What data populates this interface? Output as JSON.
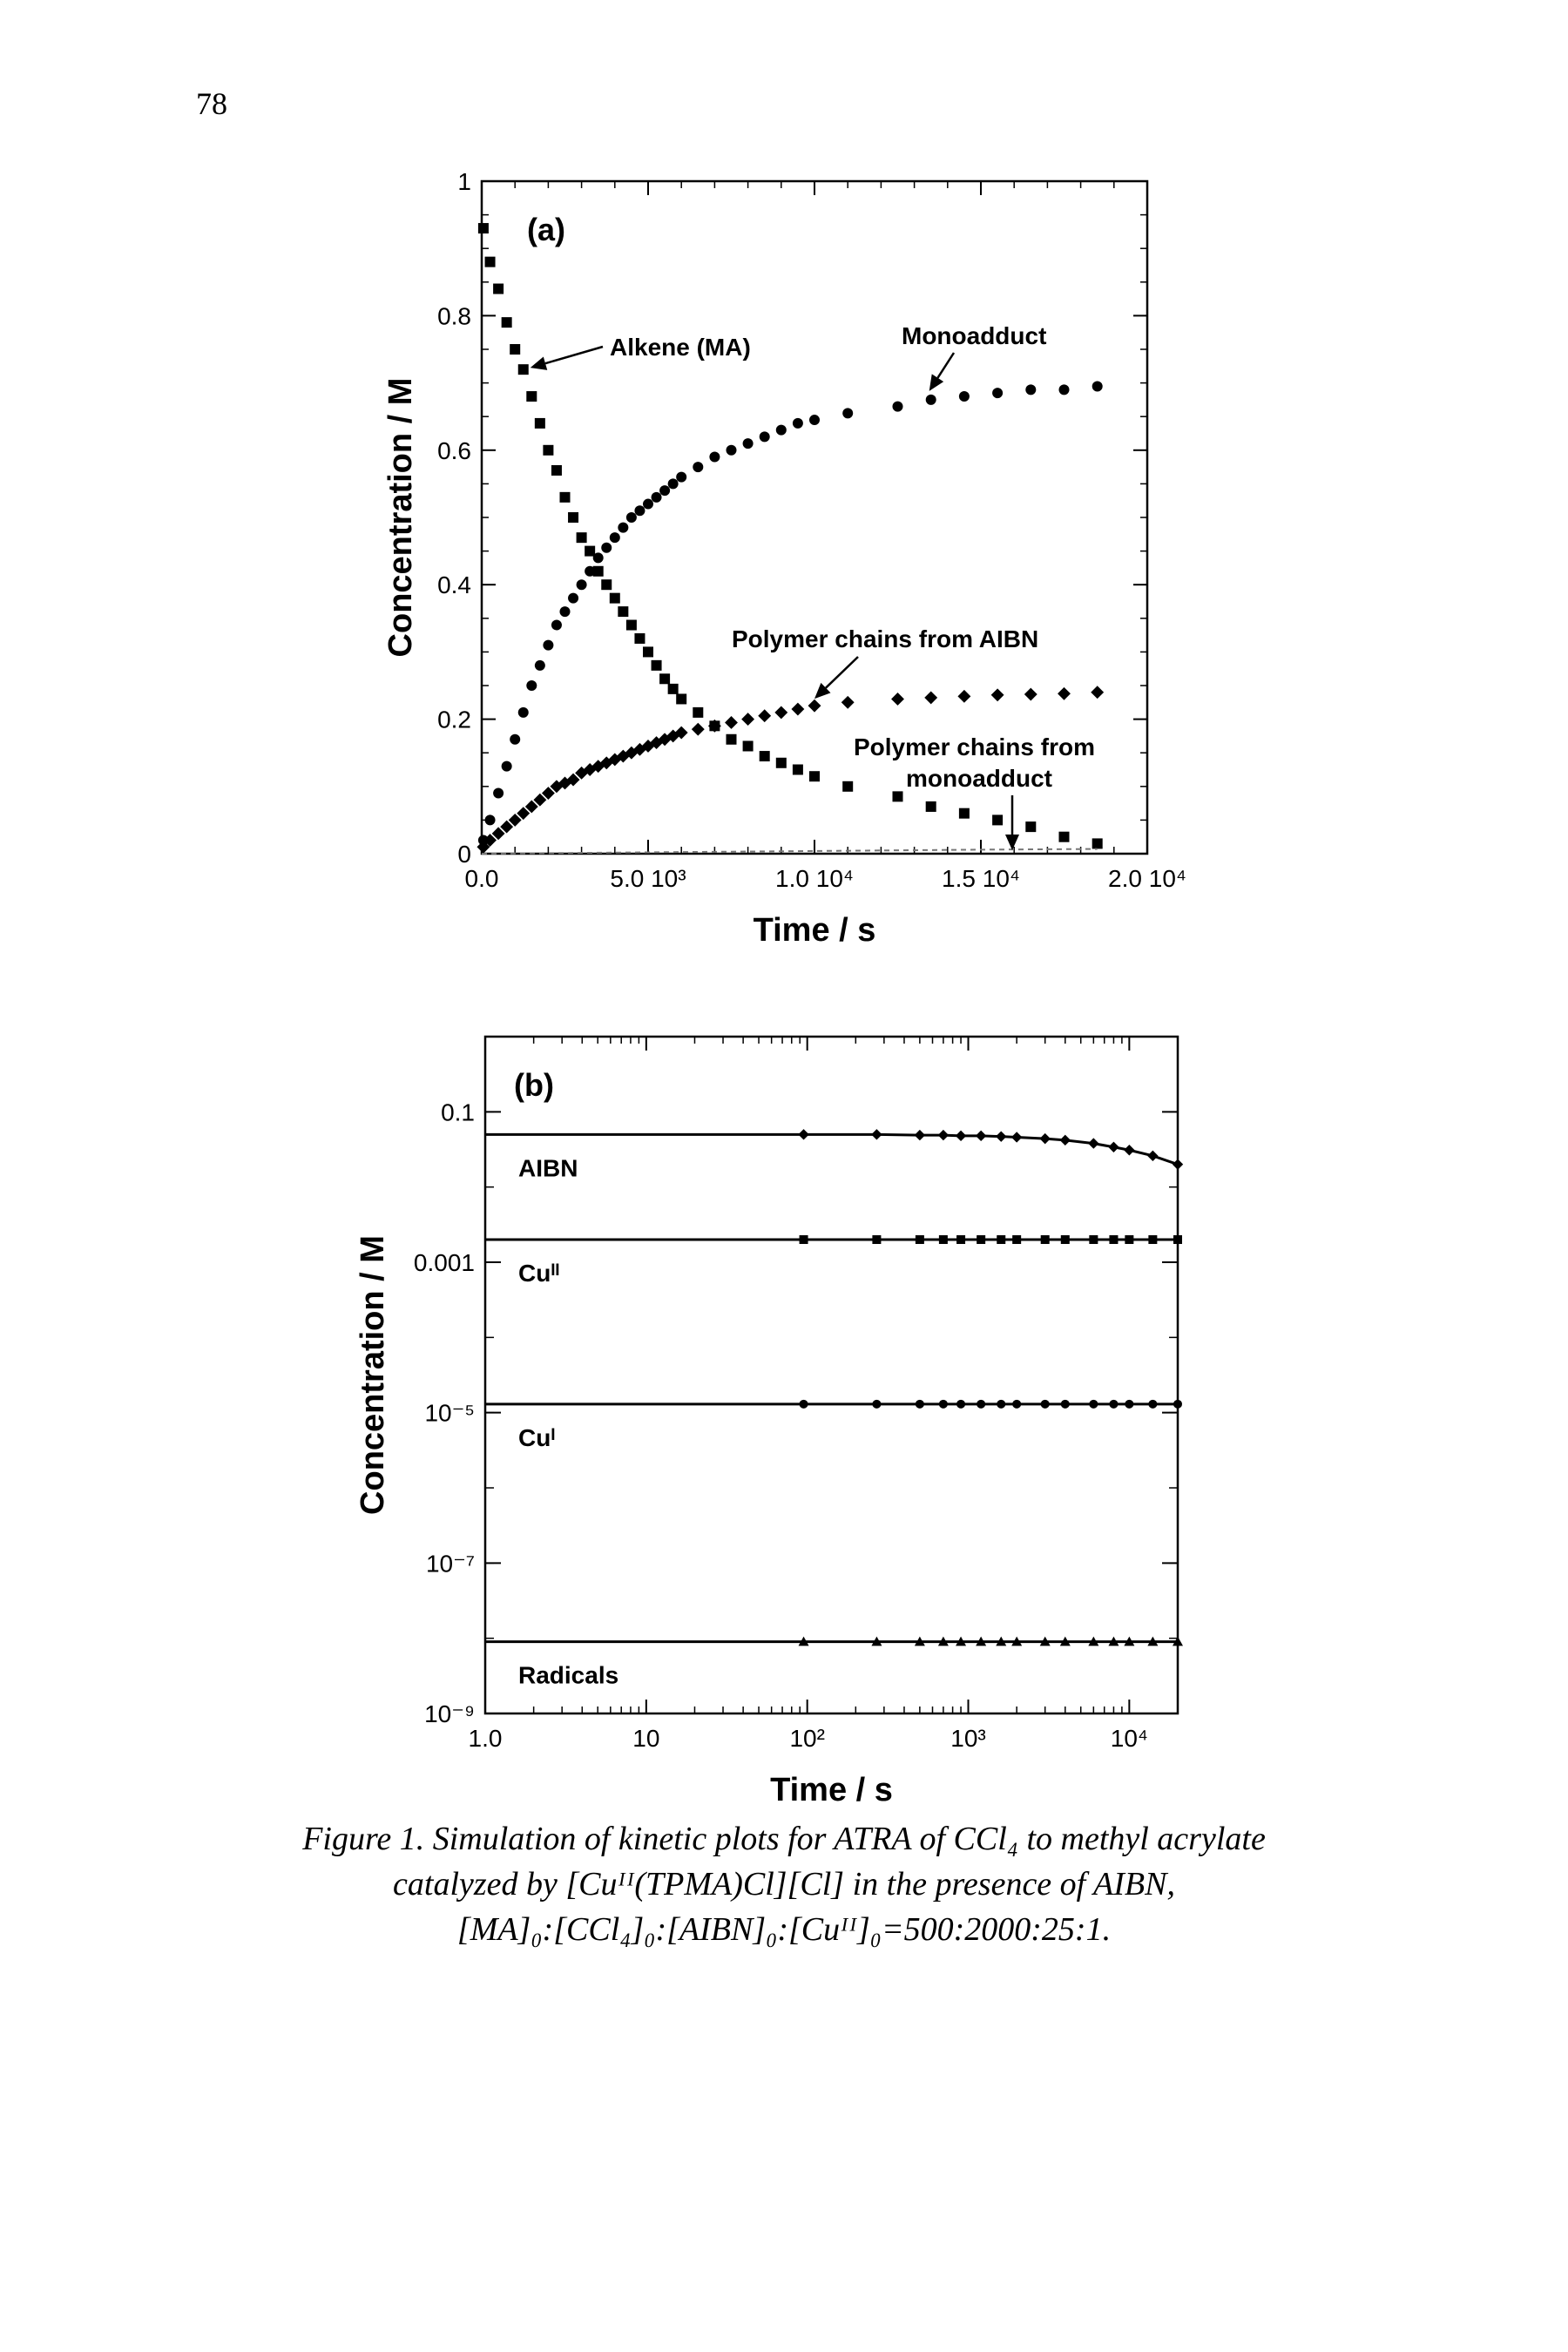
{
  "page": {
    "number": "78"
  },
  "caption": {
    "line1": "Figure 1.  Simulation of kinetic plots for ATRA of CCl₄ to methyl acrylate",
    "line2": "catalyzed by [Cuᴵᴵ(TPMA)Cl][Cl] in the presence of AIBN,",
    "line3": "[MA]₀:[CCl₄]₀:[AIBN]₀:[Cuᴵᴵ]₀=500:2000:25:1."
  },
  "chart_data": [
    {
      "type": "scatter",
      "panel_label": "(a)",
      "xlabel": "Time / s",
      "ylabel": "Concentration / M",
      "xlim": [
        0,
        20000
      ],
      "ylim": [
        0,
        1
      ],
      "x_ticks": [
        {
          "value": 0,
          "label": "0.0"
        },
        {
          "value": 5000,
          "label": "5.0 10³"
        },
        {
          "value": 10000,
          "label": "1.0 10⁴"
        },
        {
          "value": 15000,
          "label": "1.5 10⁴"
        },
        {
          "value": 20000,
          "label": "2.0 10⁴"
        }
      ],
      "y_ticks": [
        {
          "value": 0,
          "label": "0"
        },
        {
          "value": 0.2,
          "label": "0.2"
        },
        {
          "value": 0.4,
          "label": "0.4"
        },
        {
          "value": 0.6,
          "label": "0.6"
        },
        {
          "value": 0.8,
          "label": "0.8"
        },
        {
          "value": 1,
          "label": "1"
        }
      ],
      "series": [
        {
          "name": "Alkene (MA)",
          "marker": "square",
          "x": [
            50,
            250,
            500,
            750,
            1000,
            1250,
            1500,
            1750,
            2000,
            2250,
            2500,
            2750,
            3000,
            3250,
            3500,
            3750,
            4000,
            4250,
            4500,
            4750,
            5000,
            5250,
            5500,
            5750,
            6000,
            6500,
            7000,
            7500,
            8000,
            8500,
            9000,
            9500,
            10000,
            11000,
            12500,
            13500,
            14500,
            15500,
            16500,
            17500,
            18500
          ],
          "y": [
            0.93,
            0.88,
            0.84,
            0.79,
            0.75,
            0.72,
            0.68,
            0.64,
            0.6,
            0.57,
            0.53,
            0.5,
            0.47,
            0.45,
            0.42,
            0.4,
            0.38,
            0.36,
            0.34,
            0.32,
            0.3,
            0.28,
            0.26,
            0.245,
            0.23,
            0.21,
            0.19,
            0.17,
            0.16,
            0.145,
            0.135,
            0.125,
            0.115,
            0.1,
            0.085,
            0.07,
            0.06,
            0.05,
            0.04,
            0.025,
            0.015
          ]
        },
        {
          "name": "Monoadduct",
          "marker": "circle",
          "x": [
            50,
            250,
            500,
            750,
            1000,
            1250,
            1500,
            1750,
            2000,
            2250,
            2500,
            2750,
            3000,
            3250,
            3500,
            3750,
            4000,
            4250,
            4500,
            4750,
            5000,
            5250,
            5500,
            5750,
            6000,
            6500,
            7000,
            7500,
            8000,
            8500,
            9000,
            9500,
            10000,
            11000,
            12500,
            13500,
            14500,
            15500,
            16500,
            17500,
            18500
          ],
          "y": [
            0.02,
            0.05,
            0.09,
            0.13,
            0.17,
            0.21,
            0.25,
            0.28,
            0.31,
            0.34,
            0.36,
            0.38,
            0.4,
            0.42,
            0.44,
            0.455,
            0.47,
            0.485,
            0.5,
            0.51,
            0.52,
            0.53,
            0.54,
            0.55,
            0.56,
            0.575,
            0.59,
            0.6,
            0.61,
            0.62,
            0.63,
            0.64,
            0.645,
            0.655,
            0.665,
            0.675,
            0.68,
            0.685,
            0.69,
            0.69,
            0.695
          ]
        },
        {
          "name": "Polymer chains from AIBN",
          "marker": "diamond",
          "x": [
            50,
            250,
            500,
            750,
            1000,
            1250,
            1500,
            1750,
            2000,
            2250,
            2500,
            2750,
            3000,
            3250,
            3500,
            3750,
            4000,
            4250,
            4500,
            4750,
            5000,
            5250,
            5500,
            5750,
            6000,
            6500,
            7000,
            7500,
            8000,
            8500,
            9000,
            9500,
            10000,
            11000,
            12500,
            13500,
            14500,
            15500,
            16500,
            17500,
            18500
          ],
          "y": [
            0.01,
            0.02,
            0.03,
            0.04,
            0.05,
            0.06,
            0.07,
            0.08,
            0.09,
            0.1,
            0.105,
            0.11,
            0.12,
            0.125,
            0.13,
            0.135,
            0.14,
            0.145,
            0.15,
            0.155,
            0.16,
            0.165,
            0.17,
            0.175,
            0.18,
            0.185,
            0.19,
            0.195,
            0.2,
            0.205,
            0.21,
            0.215,
            0.22,
            0.225,
            0.23,
            0.232,
            0.234,
            0.236,
            0.237,
            0.238,
            0.24
          ]
        },
        {
          "name": "Polymer chains from monoadduct",
          "marker": "line",
          "x": [
            0,
            5000,
            10000,
            15000,
            18500
          ],
          "y": [
            0.0,
            0.002,
            0.004,
            0.006,
            0.007
          ]
        }
      ],
      "annotations": [
        {
          "text": "Alkene (MA)"
        },
        {
          "text": "Monoadduct"
        },
        {
          "text": "Polymer chains from AIBN"
        },
        {
          "text": "Polymer chains from"
        },
        {
          "text": "monoadduct"
        }
      ]
    },
    {
      "type": "line",
      "panel_label": "(b)",
      "xlabel": "Time / s",
      "ylabel": "Concentration / M",
      "xscale": "log",
      "yscale": "log",
      "xlim": [
        1,
        20000
      ],
      "ylim": [
        1e-09,
        1
      ],
      "x_ticks": [
        {
          "value": 1,
          "label": "1.0"
        },
        {
          "value": 10,
          "label": "10"
        },
        {
          "value": 100,
          "label": "10²"
        },
        {
          "value": 1000,
          "label": "10³"
        },
        {
          "value": 10000,
          "label": "10⁴"
        }
      ],
      "y_ticks": [
        {
          "value": 1e-09,
          "label": "10⁻⁹"
        },
        {
          "value": 1e-07,
          "label": "10⁻⁷"
        },
        {
          "value": 1e-05,
          "label": "10⁻⁵"
        },
        {
          "value": 0.001,
          "label": "0.001"
        },
        {
          "value": 0.1,
          "label": "0.1"
        }
      ],
      "series": [
        {
          "name": "AIBN",
          "marker": "diamond",
          "x": [
            1,
            95,
            270,
            500,
            700,
            900,
            1200,
            1600,
            2000,
            3000,
            4000,
            6000,
            8000,
            10000,
            14000,
            20000
          ],
          "y": [
            0.05,
            0.05,
            0.05,
            0.049,
            0.049,
            0.048,
            0.048,
            0.047,
            0.046,
            0.044,
            0.042,
            0.038,
            0.034,
            0.031,
            0.026,
            0.02
          ]
        },
        {
          "name": "Cuᴵᴵ",
          "marker": "square",
          "x": [
            1,
            95,
            270,
            500,
            700,
            900,
            1200,
            1600,
            2000,
            3000,
            4000,
            6000,
            8000,
            10000,
            14000,
            20000
          ],
          "y": [
            0.002,
            0.002,
            0.002,
            0.002,
            0.002,
            0.002,
            0.002,
            0.002,
            0.002,
            0.002,
            0.002,
            0.002,
            0.002,
            0.002,
            0.002,
            0.002
          ]
        },
        {
          "name": "Cuᴵ",
          "marker": "circle",
          "x": [
            1,
            95,
            270,
            500,
            700,
            900,
            1200,
            1600,
            2000,
            3000,
            4000,
            6000,
            8000,
            10000,
            14000,
            20000
          ],
          "y": [
            1.3e-05,
            1.3e-05,
            1.3e-05,
            1.3e-05,
            1.3e-05,
            1.3e-05,
            1.3e-05,
            1.3e-05,
            1.3e-05,
            1.3e-05,
            1.3e-05,
            1.3e-05,
            1.3e-05,
            1.3e-05,
            1.3e-05,
            1.3e-05
          ]
        },
        {
          "name": "Radicals",
          "marker": "triangle",
          "x": [
            1,
            95,
            270,
            500,
            700,
            900,
            1200,
            1600,
            2000,
            3000,
            4000,
            6000,
            8000,
            10000,
            14000,
            20000
          ],
          "y": [
            9e-09,
            9e-09,
            9e-09,
            9e-09,
            9e-09,
            9e-09,
            9e-09,
            9e-09,
            9e-09,
            9e-09,
            9e-09,
            9e-09,
            9e-09,
            9e-09,
            9e-09,
            9e-09
          ]
        }
      ]
    }
  ]
}
